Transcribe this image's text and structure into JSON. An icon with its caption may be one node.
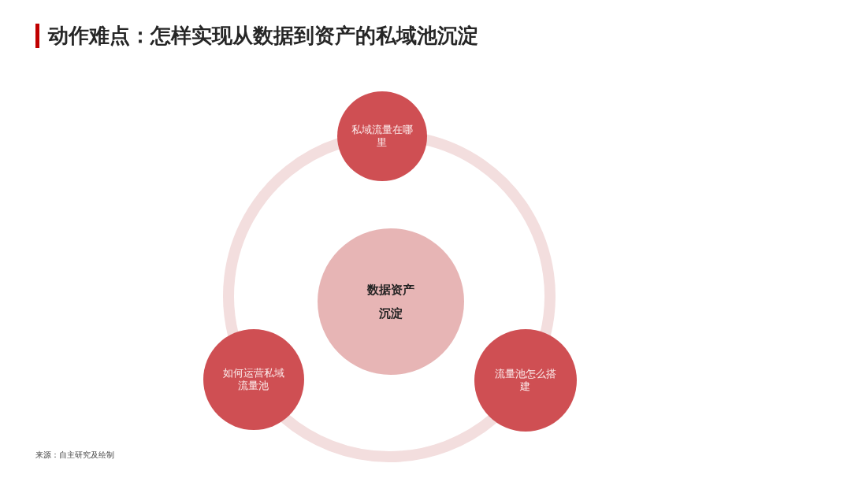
{
  "diagram": {
    "title": "动作难点：怎样实现从数据到资产的私域池沉淀",
    "nodes": [
      {
        "text": [
          "私域流量在哪里"
        ]
      },
      {
        "text": [
          "数据资产沉淀"
        ]
      },
      {
        "text": [
          "如何运营私域流量池"
        ]
      },
      {
        "text": [
          "流量池怎么搭建"
        ]
      }
    ],
    "edges": [
      {
        "from": 0,
        "to": 3,
        "arrow": "none"
      },
      {
        "from": 3,
        "to": 2,
        "arrow": "none"
      },
      {
        "from": 2,
        "to": 0,
        "arrow": "none"
      }
    ],
    "labels": [
      "来源：自主研究及绘制"
    ]
  }
}
